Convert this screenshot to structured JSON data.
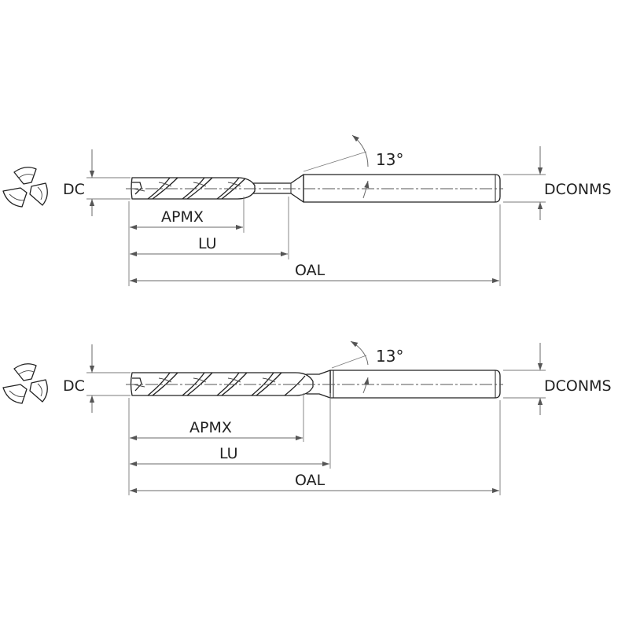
{
  "diagrams": [
    {
      "id": "short-flute",
      "labels": {
        "dc": "DC",
        "dconms": "DCONMS",
        "apmx": "APMX",
        "lu": "LU",
        "oal": "OAL",
        "angle": "13°"
      }
    },
    {
      "id": "long-flute",
      "labels": {
        "dc": "DC",
        "dconms": "DCONMS",
        "apmx": "APMX",
        "lu": "LU",
        "oal": "OAL",
        "angle": "13°"
      }
    }
  ]
}
